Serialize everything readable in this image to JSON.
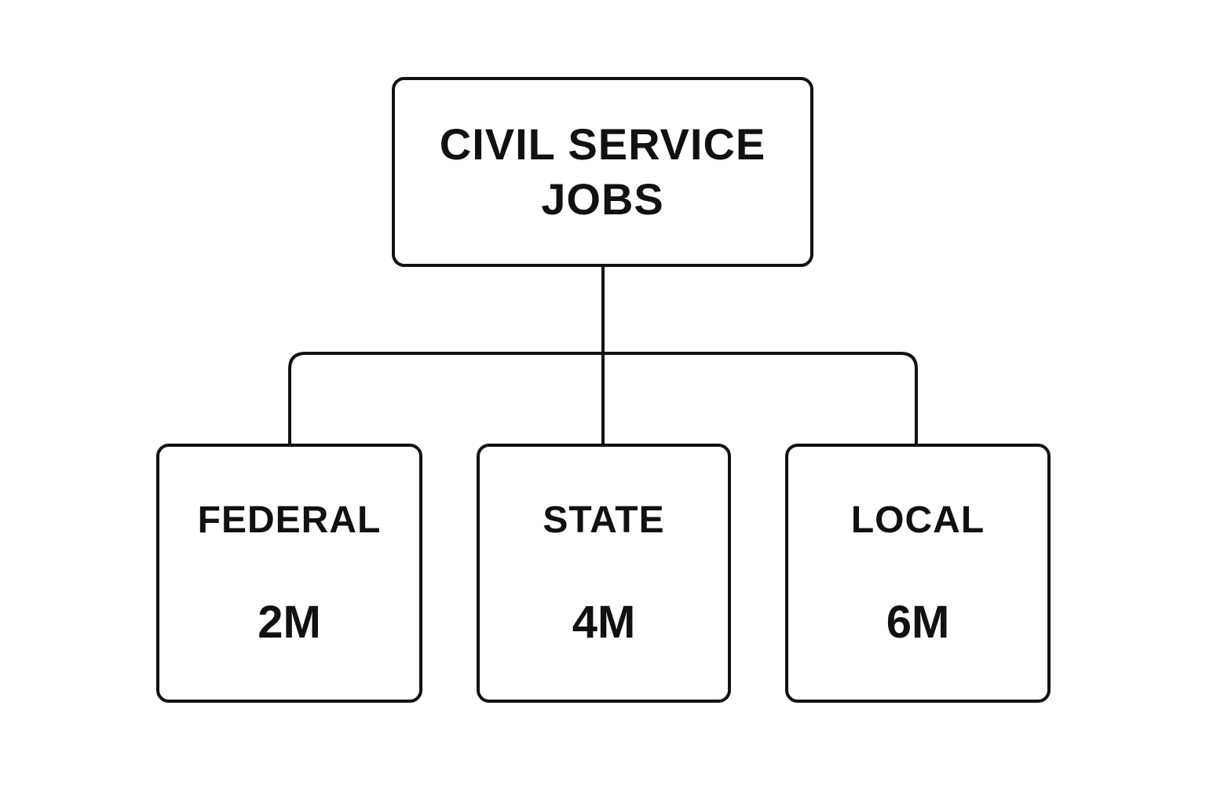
{
  "root": {
    "title": "CIVIL SERVICE JOBS"
  },
  "children": [
    {
      "label": "FEDERAL",
      "value": "2M"
    },
    {
      "label": "STATE",
      "value": "4M"
    },
    {
      "label": "LOCAL",
      "value": "6M"
    }
  ]
}
